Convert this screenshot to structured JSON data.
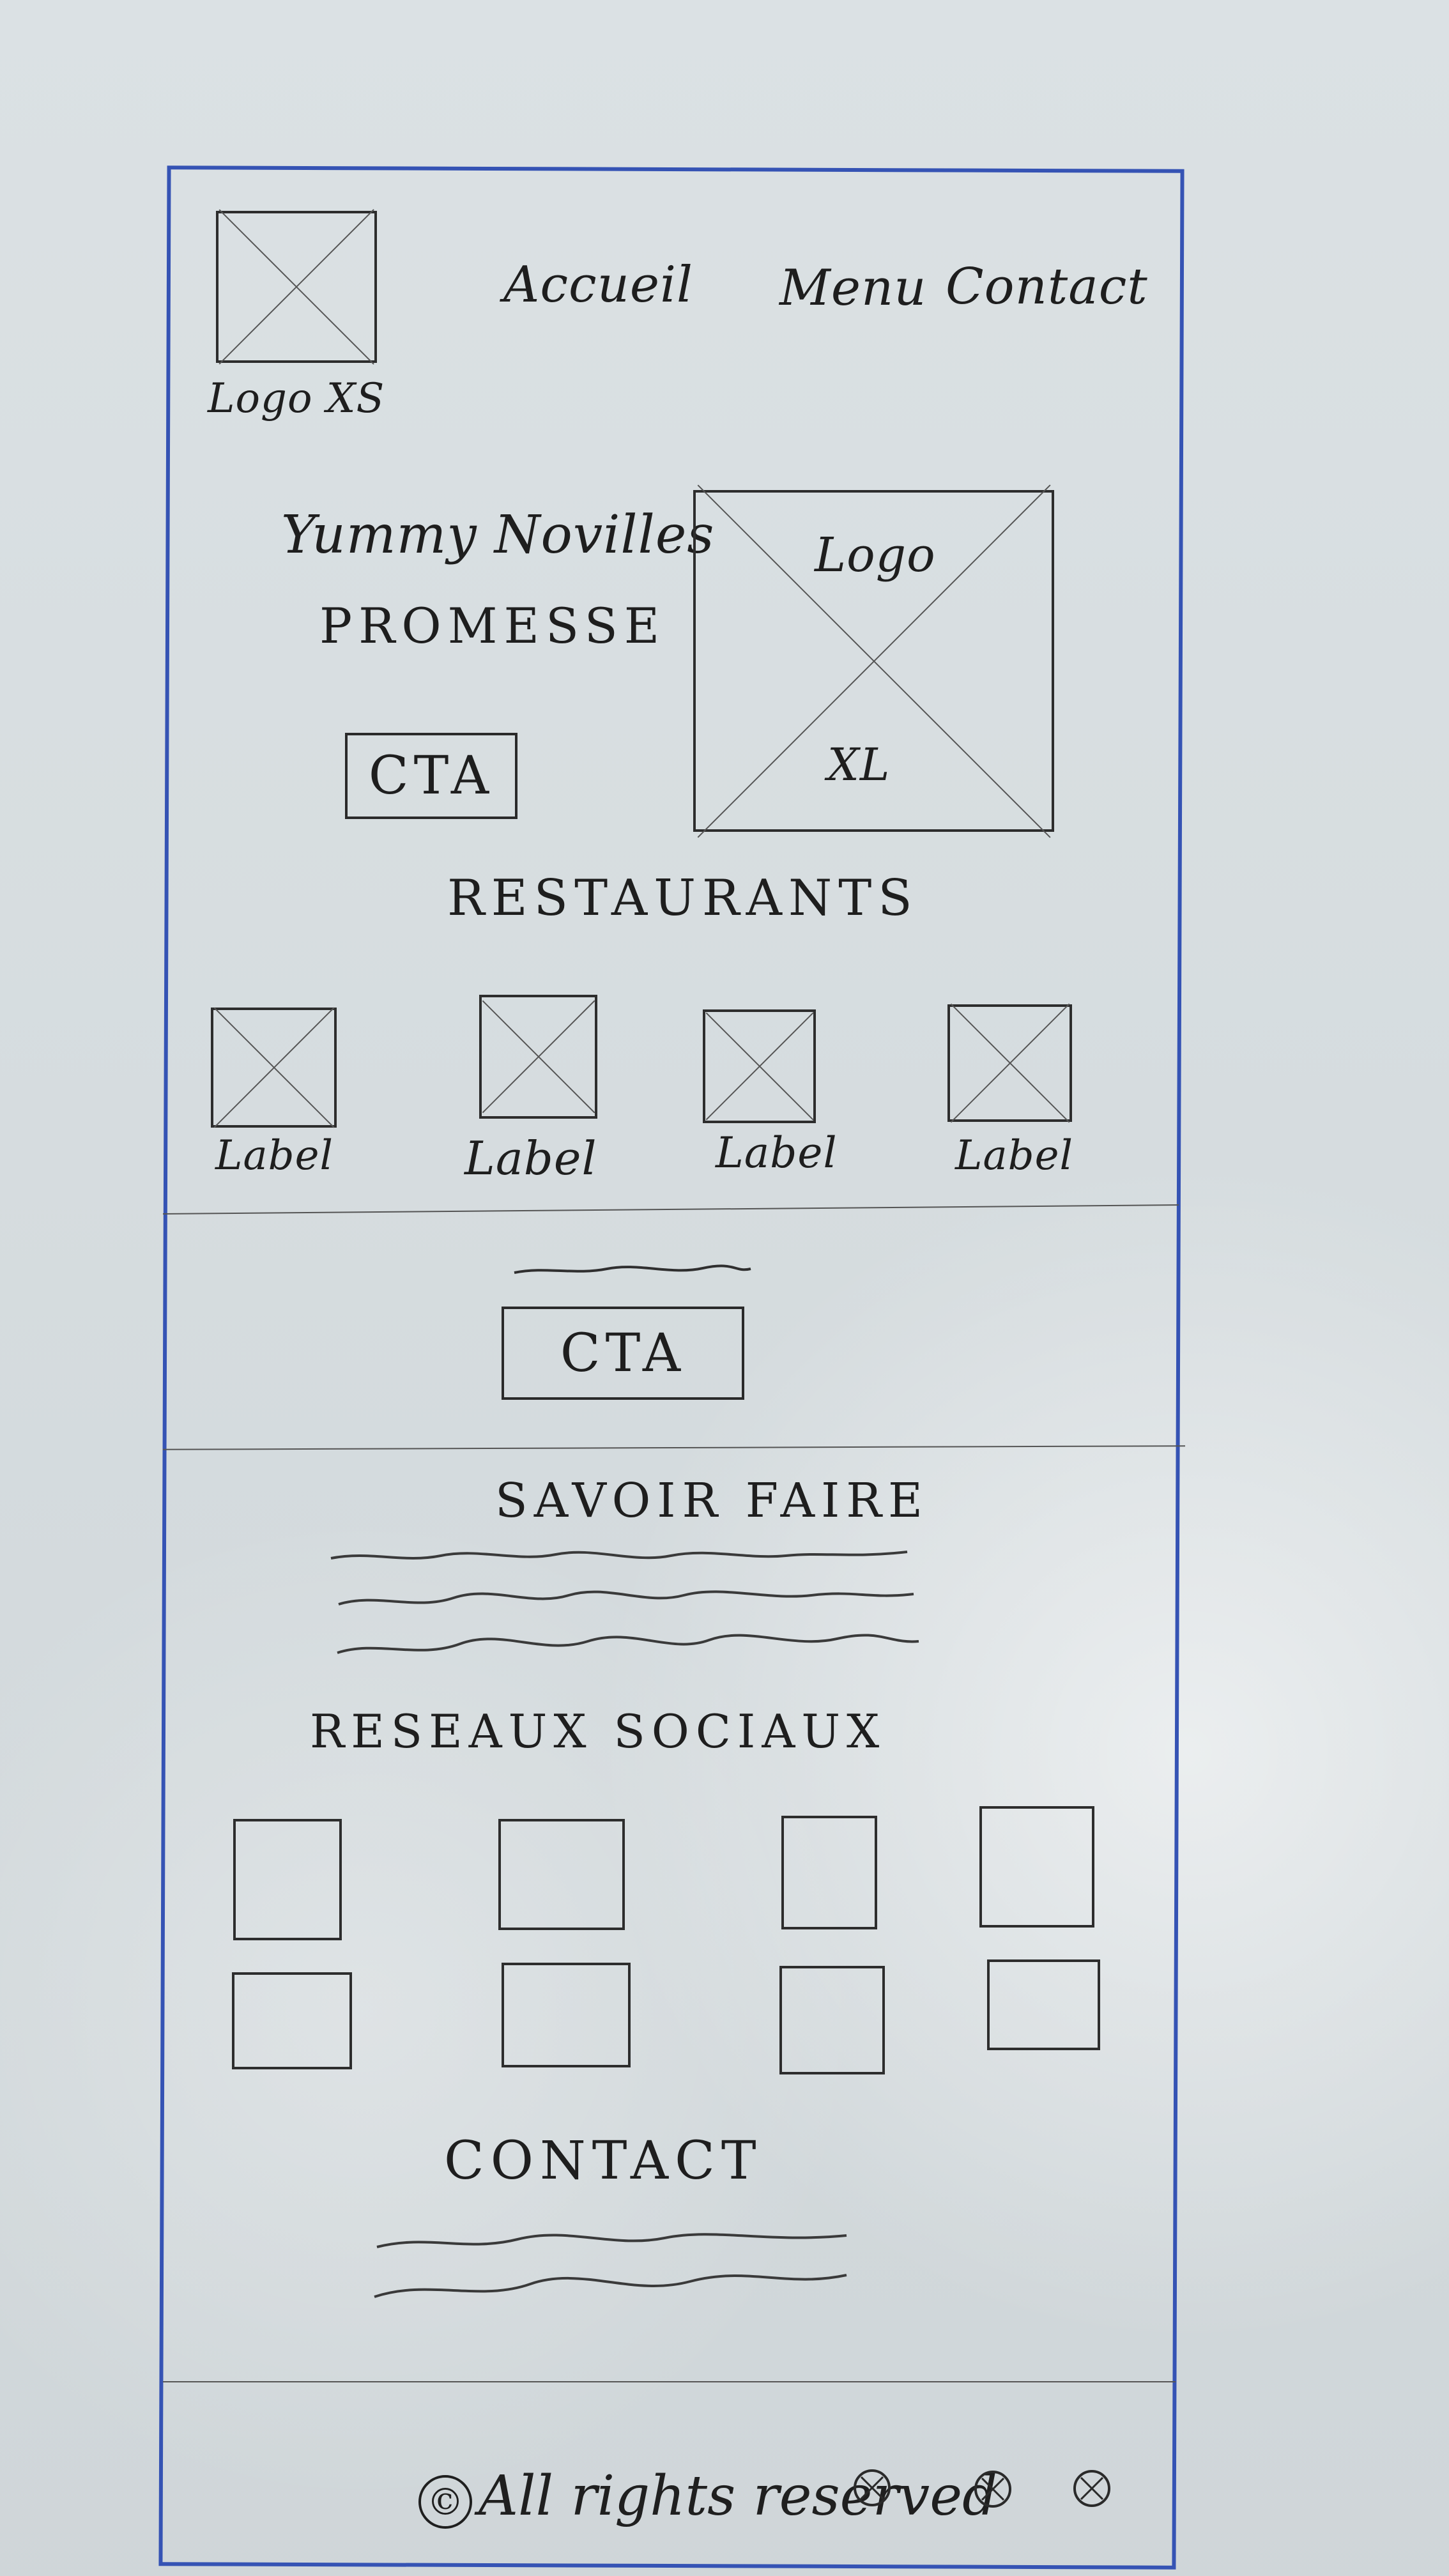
{
  "header": {
    "logo_caption": "Logo XS",
    "nav": [
      "Accueil",
      "Menu",
      "Contact"
    ]
  },
  "hero": {
    "title_line1": "Yummy Novilles",
    "title_line2": "PROMESSE",
    "cta": "CTA",
    "logo_top": "Logo",
    "logo_bottom": "XL"
  },
  "restaurants": {
    "title": "RESTAURANTS",
    "labels": [
      "Label",
      "Label",
      "Label",
      "Label"
    ],
    "cta": "CTA"
  },
  "savoir_faire": {
    "title": "SAVOIR FAIRE"
  },
  "social": {
    "title": "RESEAUX SOCIAUX"
  },
  "contact": {
    "title": "CONTACT"
  },
  "footer": {
    "copyright": "All rights reserved"
  },
  "colors": {
    "frame": "#3553b4",
    "ink": "#1f1f1f"
  }
}
